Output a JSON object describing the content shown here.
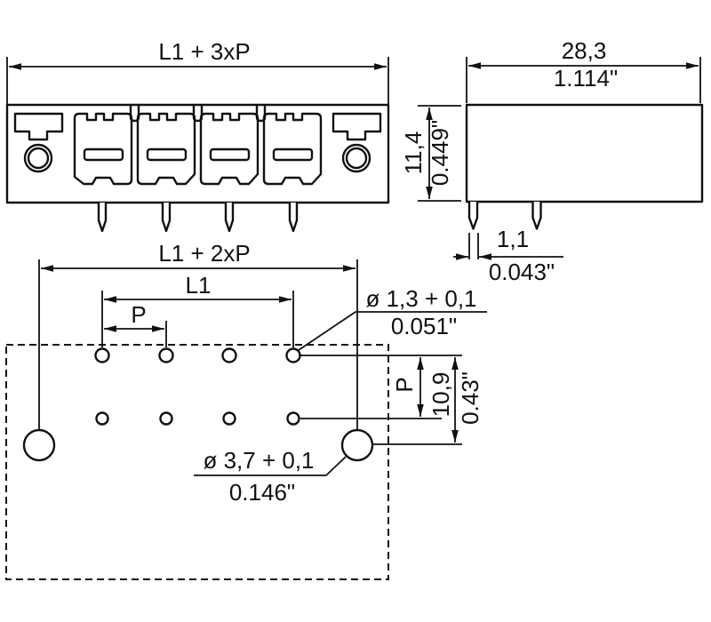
{
  "colors": {
    "line": "#111111",
    "background": "#ffffff"
  },
  "front": {
    "span_label": "L1 + 3xP"
  },
  "side": {
    "width_mm": "28,3",
    "width_inch": "1.114\"",
    "height_mm": "11,4",
    "height_inch": "0.449\"",
    "pin_width_mm": "1,1",
    "pin_width_inch": "0.043\""
  },
  "plan": {
    "span_label": "L1 + 2xP",
    "l1_label": "L1",
    "pitch_label": "P",
    "row_pitch_label": "P",
    "pin_hole_dia_mm": "ø 1,3 + 0,1",
    "pin_hole_dia_inch": "0.051\"",
    "mount_hole_dia_mm": "ø 3,7 + 0,1",
    "mount_hole_dia_inch": "0.146\"",
    "row_span_mm": "10,9",
    "row_span_inch": "0.43\""
  }
}
